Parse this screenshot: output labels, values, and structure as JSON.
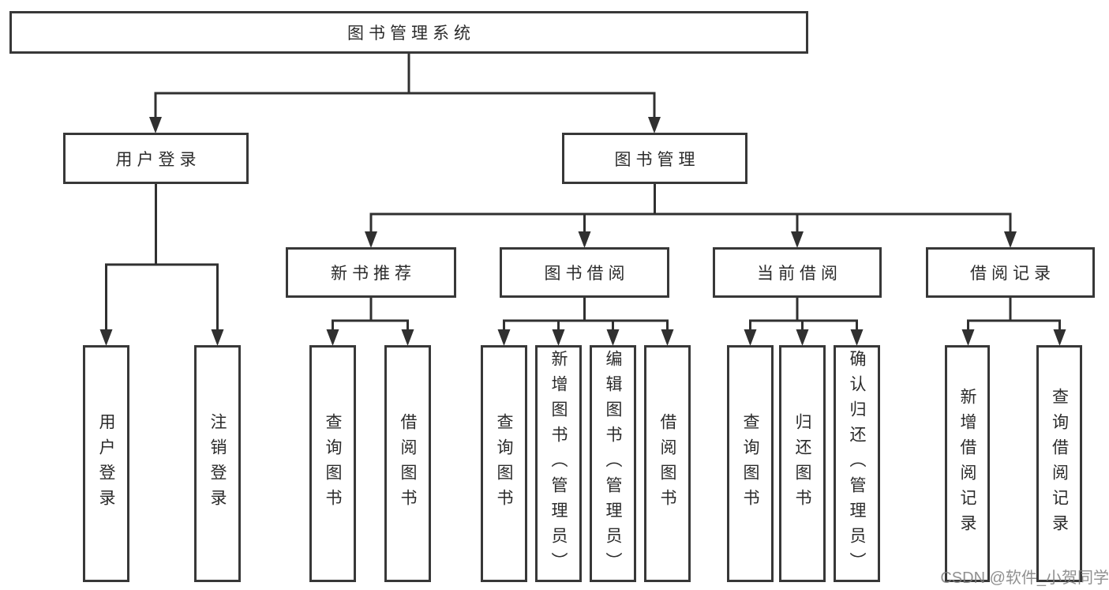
{
  "tree": {
    "root": {
      "label": "图书管理系统",
      "children": [
        {
          "label": "用户登录",
          "children": [
            {
              "label": "用户登录"
            },
            {
              "label": "注销登录"
            }
          ]
        },
        {
          "label": "图书管理",
          "children": [
            {
              "label": "新书推荐",
              "children": [
                {
                  "label": "查询图书"
                },
                {
                  "label": "借阅图书"
                }
              ]
            },
            {
              "label": "图书借阅",
              "children": [
                {
                  "label": "查询图书"
                },
                {
                  "label": "新增图书（管理员）"
                },
                {
                  "label": "编辑图书（管理员）"
                },
                {
                  "label": "借阅图书"
                }
              ]
            },
            {
              "label": "当前借阅",
              "children": [
                {
                  "label": "查询图书"
                },
                {
                  "label": "归还图书"
                },
                {
                  "label": "确认归还（管理员）"
                }
              ]
            },
            {
              "label": "借阅记录",
              "children": [
                {
                  "label": "新增借阅记录"
                },
                {
                  "label": "查询借阅记录"
                }
              ]
            }
          ]
        }
      ]
    }
  },
  "watermark": {
    "text": "CSDN @软件_小贺同学"
  },
  "colors": {
    "line": "#303030",
    "box_border": "#383838",
    "text": "#2b2b2b",
    "watermark_text": "#7d7d7d",
    "background": "#ffffff"
  }
}
